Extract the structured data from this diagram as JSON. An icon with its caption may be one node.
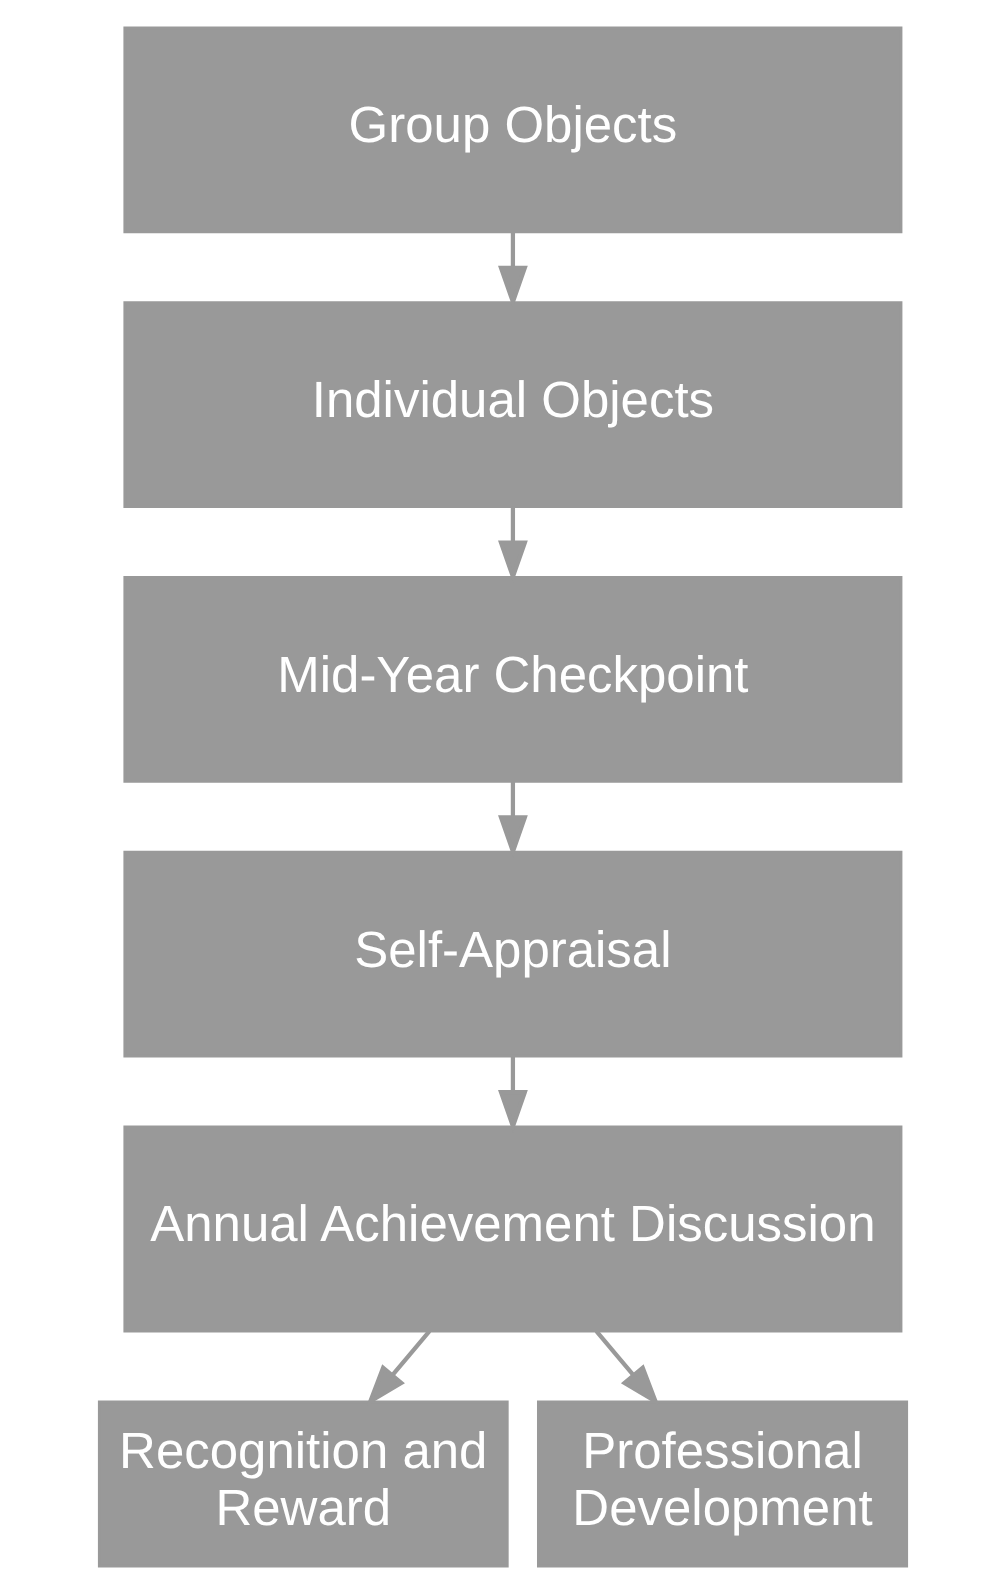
{
  "diagram": {
    "nodes": [
      {
        "text": [
          "Group Objects"
        ]
      },
      {
        "text": [
          "Individual Objects"
        ]
      },
      {
        "text": [
          "Mid-Year Checkpoint"
        ]
      },
      {
        "text": [
          "Self-Appraisal"
        ]
      },
      {
        "text": [
          "Annual Achievement Discussion"
        ]
      },
      {
        "text": [
          "Recognition and Reward"
        ]
      },
      {
        "text": [
          "Professional Development"
        ]
      }
    ],
    "edges": [
      {
        "from": 0,
        "to": 1,
        "arrow": "to"
      },
      {
        "from": 1,
        "to": 2,
        "arrow": "to"
      },
      {
        "from": 2,
        "to": 3,
        "arrow": "to"
      },
      {
        "from": 3,
        "to": 4,
        "arrow": "to"
      },
      {
        "from": 4,
        "to": 5,
        "arrow": "to"
      },
      {
        "from": 4,
        "to": 6,
        "arrow": "to"
      }
    ]
  }
}
